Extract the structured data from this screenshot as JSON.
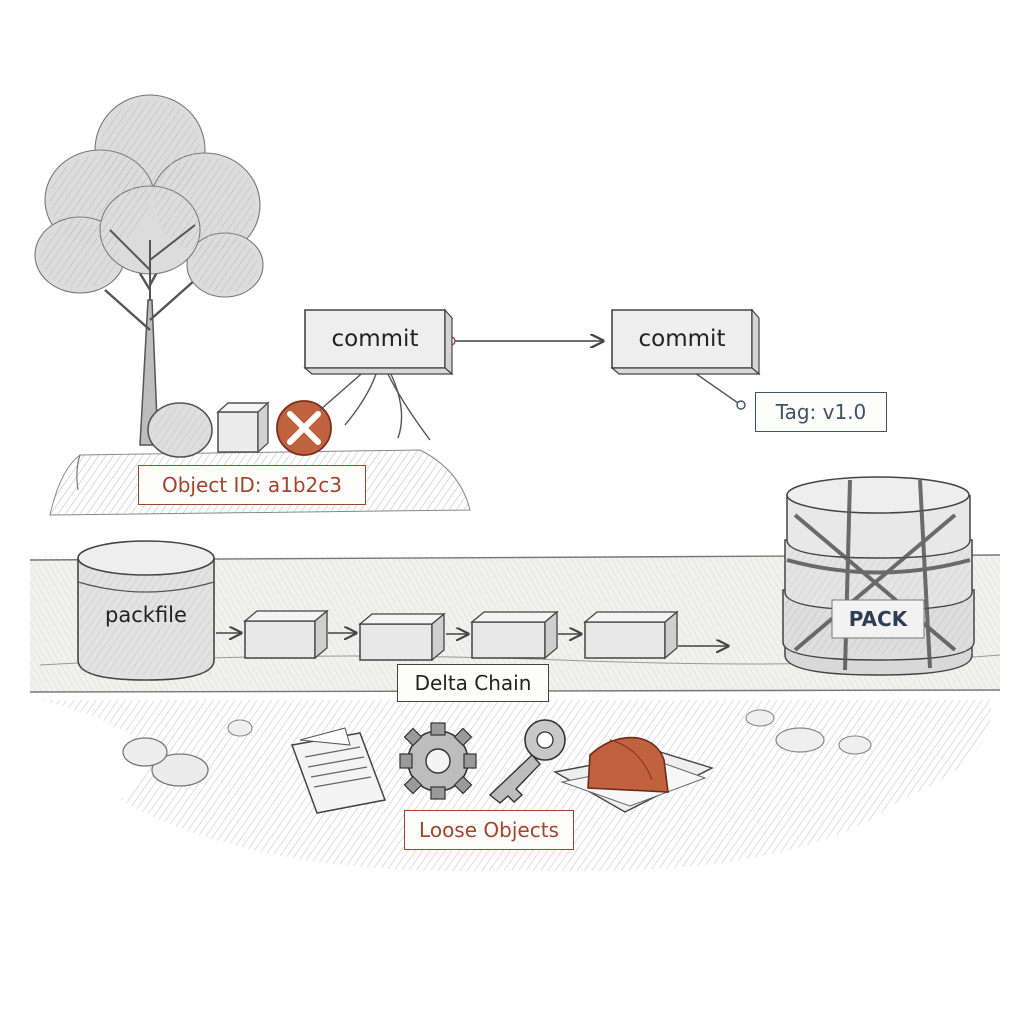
{
  "nodes": {
    "commit_1": "commit",
    "commit_2": "commit",
    "tag": "Tag: v1.0",
    "object_id": "Object ID: a1b2c3",
    "packfile": "packfile",
    "pack": "PACK",
    "delta_chain": "Delta Chain",
    "loose_objects": "Loose Objects"
  },
  "colors": {
    "accent_red": "#a4442a",
    "accent_blue": "#3f5266",
    "pencil": "#555555",
    "rust_fill": "#c0623e"
  },
  "icons": [
    "tree-icon",
    "stone-icon",
    "cube-icon",
    "delete-x-icon",
    "cylinder-icon",
    "bundle-icon",
    "document-icon",
    "gear-icon",
    "key-icon",
    "folder-icon",
    "rust-object-icon",
    "rock-icon"
  ]
}
